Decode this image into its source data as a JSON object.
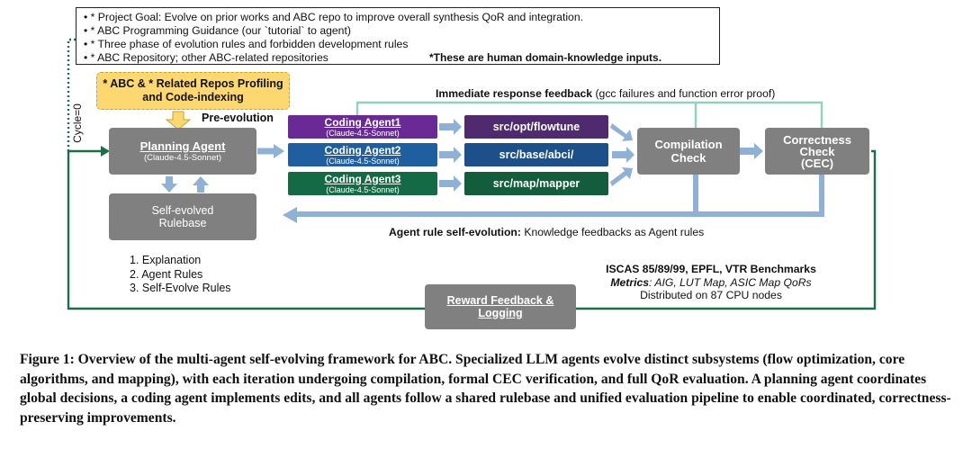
{
  "inputs": {
    "lines": [
      "•  * Project Goal: Evolve on prior works and ABC repo to improve overall synthesis QoR and integration.",
      "•  * ABC Programming Guidance (our `tutorial` to agent)",
      "•  * Three phase of evolution rules and forbidden development rules",
      "•  * ABC Repository; other ABC-related repositories"
    ],
    "note": "*These are human domain-knowledge inputs."
  },
  "profiling": {
    "line1": "* ABC & * Related Repos Profiling",
    "line2": "and Code-indexing"
  },
  "cycle_label": "Cycle=0",
  "pre_evolution": "Pre-evolution",
  "planning_agent": {
    "title": "Planning Agent",
    "model": "(Claude-4.5-Sonnet)"
  },
  "rulebase": {
    "line1": "Self-evolved",
    "line2": "Rulebase"
  },
  "rule_list": [
    "1.  Explanation",
    "2.  Agent Rules",
    "3.  Self-Evolve Rules"
  ],
  "coding_agents": [
    {
      "title": "Coding Agent1",
      "model": "(Claude-4.5-Sonnet)",
      "path": "src/opt/flowtune",
      "color": "#6a2a96",
      "path_color": "#4f2a6e"
    },
    {
      "title": "Coding Agent2",
      "model": "(Claude-4.5-Sonnet)",
      "path": "src/base/abci/",
      "color": "#1f5fa0",
      "path_color": "#1d5088"
    },
    {
      "title": "Coding Agent3",
      "model": "(Claude-4.5-Sonnet)",
      "path": "src/map/mapper",
      "color": "#146a45",
      "path_color": "#135c3c"
    }
  ],
  "compilation": {
    "line1": "Compilation",
    "line2": "Check"
  },
  "correctness": {
    "line1": "Correctness",
    "line2": "Check",
    "line3": "(CEC)"
  },
  "immediate_feedback": {
    "bold": "Immediate response feedback",
    "rest": " (gcc failures and function error proof)"
  },
  "self_evolution": {
    "bold": "Agent rule self-evolution:",
    "rest": " Knowledge feedbacks as Agent rules"
  },
  "benchmarks": {
    "line1": "ISCAS 85/89/99, EPFL, VTR Benchmarks",
    "metrics_label": "Metrics",
    "metrics_rest": ": AIG, LUT Map, ASIC Map QoRs",
    "line3": "Distributed on 87 CPU nodes"
  },
  "reward": {
    "line1": "Reward Feedback &",
    "line2": "Logging"
  },
  "caption": "Figure 1: Overview of the multi-agent self-evolving framework for ABC. Specialized LLM agents evolve distinct subsystems (flow optimization, core algorithms, and mapping), with each iteration undergoing compilation, formal CEC verification, and full QoR evaluation. A planning agent coordinates global decisions, a coding agent implements edits, and all agents follow a shared rulebase and unified evaluation pipeline to enable coordinated, correctness-preserving improvements.",
  "colors": {
    "arrow_blue": "#8fb1d6",
    "loop_green": "#1a6e4b",
    "feedback_green": "#8fd2bd",
    "gray_box": "#808080",
    "yellow": "#fdd871"
  }
}
